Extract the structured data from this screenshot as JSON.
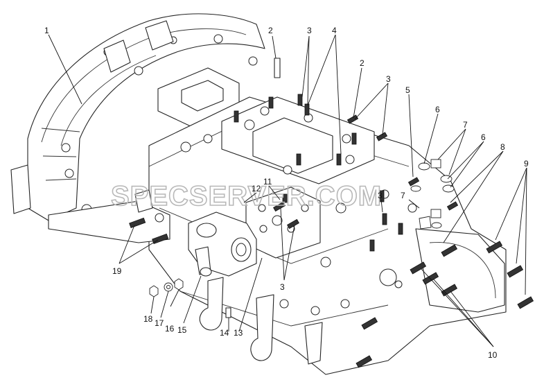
{
  "watermark": "SPECSERVER.COM",
  "callouts": [
    {
      "id": "c1",
      "text": "1"
    },
    {
      "id": "c2a",
      "text": "2"
    },
    {
      "id": "c3a",
      "text": "3"
    },
    {
      "id": "c4",
      "text": "4"
    },
    {
      "id": "c2b",
      "text": "2"
    },
    {
      "id": "c3b",
      "text": "3"
    },
    {
      "id": "c5",
      "text": "5"
    },
    {
      "id": "c6a",
      "text": "6"
    },
    {
      "id": "c7a",
      "text": "7"
    },
    {
      "id": "c6b",
      "text": "6"
    },
    {
      "id": "c8",
      "text": "8"
    },
    {
      "id": "c9",
      "text": "9"
    },
    {
      "id": "c11",
      "text": "11"
    },
    {
      "id": "c12",
      "text": "12"
    },
    {
      "id": "c3c",
      "text": "3"
    },
    {
      "id": "c7b",
      "text": "7"
    },
    {
      "id": "c19",
      "text": "19"
    },
    {
      "id": "c3d",
      "text": "3"
    },
    {
      "id": "c18",
      "text": "18"
    },
    {
      "id": "c17",
      "text": "17"
    },
    {
      "id": "c16",
      "text": "16"
    },
    {
      "id": "c15",
      "text": "15"
    },
    {
      "id": "c14",
      "text": "14"
    },
    {
      "id": "c13",
      "text": "13"
    },
    {
      "id": "c10",
      "text": "10"
    }
  ]
}
